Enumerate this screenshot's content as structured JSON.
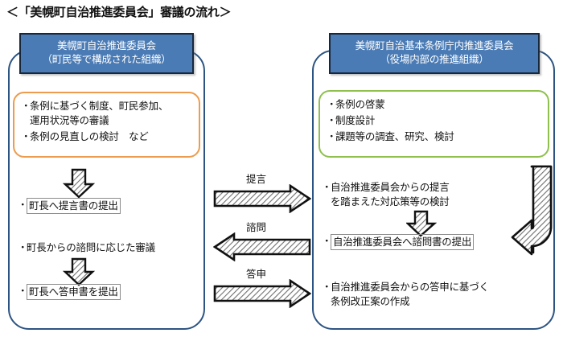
{
  "title": "＜「美幌町自治推進委員会」審議の流れ＞",
  "colors": {
    "panel_border": "#2c5482",
    "header_fill": "#4a7bb5",
    "header_border": "#17283d",
    "orange_border": "#ed9c4d",
    "green_border": "#8fc04e",
    "arrow_outline": "#111111",
    "arrow_hatch": "#6f6f6f"
  },
  "left_panel": {
    "header": {
      "line1": "美幌町自治推進委員会",
      "line2": "（町民等で構成された組織）"
    },
    "role_box": {
      "border_color": "#ed9c4d",
      "items": [
        {
          "bullet": "・",
          "text": "条例に基づく制度、町民参加、\n運用状況等の審議"
        },
        {
          "bullet": "・",
          "text": "条例の見直しの検討　など"
        }
      ]
    },
    "flow": [
      {
        "type": "arrow",
        "direction": "down",
        "name": "left-down-arrow-1"
      },
      {
        "type": "bullet",
        "bullet": "・",
        "text": "町長へ提言書の提出",
        "boxed": true
      },
      {
        "type": "bullet",
        "bullet": "・",
        "text": "町長からの諮問に応じた審議",
        "boxed": false
      },
      {
        "type": "arrow",
        "direction": "down",
        "name": "left-down-arrow-2"
      },
      {
        "type": "bullet",
        "bullet": "・",
        "text": "町長へ答申書を提出",
        "boxed": true
      }
    ]
  },
  "right_panel": {
    "header": {
      "line1": "美幌町自治基本条例庁内推進委員会",
      "line2": "（役場内部の推進組織）"
    },
    "role_box": {
      "border_color": "#8fc04e",
      "items": [
        {
          "bullet": "・",
          "text": "条例の啓蒙"
        },
        {
          "bullet": "・",
          "text": "制度設計"
        },
        {
          "bullet": "・",
          "text": "課題等の調査、研究、検討"
        }
      ]
    },
    "flow": [
      {
        "type": "bullet",
        "bullet": "・",
        "text": "自治推進委員会からの提言\nを踏まえた対応策等の検討",
        "boxed": false
      },
      {
        "type": "arrow",
        "direction": "down",
        "name": "right-down-arrow-1"
      },
      {
        "type": "bullet",
        "bullet": "・",
        "text": "自治推進委員会へ諮問書の提出",
        "boxed": true
      },
      {
        "type": "bullet",
        "bullet": "・",
        "text": "自治推進委員会からの答申に基づく\n条例改正案の作成",
        "boxed": false
      }
    ],
    "elbow_arrow": {
      "name": "right-elbow-arrow",
      "direction": "down-then-left"
    }
  },
  "middle_arrows": [
    {
      "label": "提言",
      "direction": "right",
      "name": "arrow-teigen"
    },
    {
      "label": "諮問",
      "direction": "left",
      "name": "arrow-shimon"
    },
    {
      "label": "答申",
      "direction": "right",
      "name": "arrow-toshin"
    }
  ]
}
